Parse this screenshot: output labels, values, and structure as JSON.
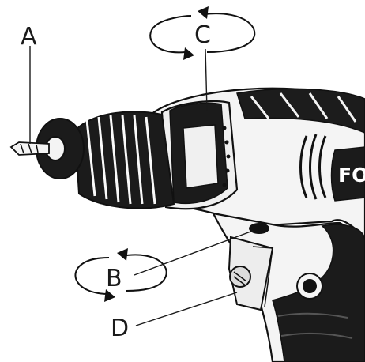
{
  "labels": {
    "a": "A",
    "b": "B",
    "c": "C",
    "d": "D"
  },
  "brand": "FO",
  "colors": {
    "ink": "#111111",
    "body_fill": "#f4f4f4",
    "chuck_fill": "#1b1b1b"
  }
}
